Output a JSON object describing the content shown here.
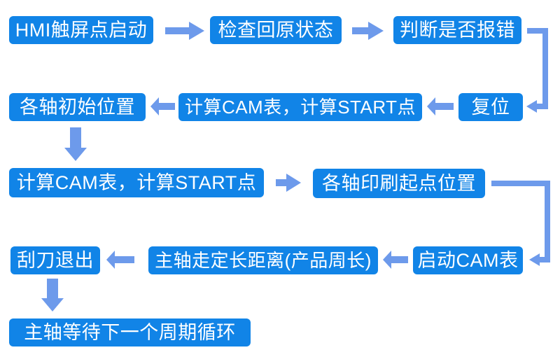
{
  "diagram_type": "flowchart",
  "colors": {
    "page_bg": "#ffffff",
    "node_fill": "#1184e7",
    "node_text": "#ffffff",
    "connector": "#6d9aeb"
  },
  "flowchart": {
    "nodes": [
      {
        "id": "hmi_start",
        "label": "HMI触屏点启动"
      },
      {
        "id": "check_home_status",
        "label": "检查回原状态"
      },
      {
        "id": "judge_error",
        "label": "判断是否报错"
      },
      {
        "id": "reset",
        "label": "复位"
      },
      {
        "id": "calc_cam_start_row2",
        "label": "计算CAM表，计算START点"
      },
      {
        "id": "axes_initial_position",
        "label": "各轴初始位置"
      },
      {
        "id": "calc_cam_start_row3",
        "label": "计算CAM表，计算START点"
      },
      {
        "id": "axes_print_start_pos",
        "label": "各轴印刷起点位置"
      },
      {
        "id": "start_cam_table",
        "label": "启动CAM表"
      },
      {
        "id": "spindle_fixed_distance",
        "label": "主轴走定长距离(产品周长)"
      },
      {
        "id": "blade_retract",
        "label": "刮刀退出"
      },
      {
        "id": "spindle_wait_next_cycle",
        "label": "主轴等待下一个周期循环"
      }
    ],
    "edges": [
      {
        "from": "hmi_start",
        "to": "check_home_status",
        "style": "block-arrow-right"
      },
      {
        "from": "check_home_status",
        "to": "judge_error",
        "style": "block-arrow-right"
      },
      {
        "from": "judge_error",
        "to": "reset",
        "style": "elbow-right-down-left"
      },
      {
        "from": "reset",
        "to": "calc_cam_start_row2",
        "style": "block-arrow-left"
      },
      {
        "from": "calc_cam_start_row2",
        "to": "axes_initial_position",
        "style": "block-arrow-left"
      },
      {
        "from": "axes_initial_position",
        "to": "calc_cam_start_row3",
        "style": "block-arrow-down"
      },
      {
        "from": "calc_cam_start_row3",
        "to": "axes_print_start_pos",
        "style": "block-arrow-right"
      },
      {
        "from": "axes_print_start_pos",
        "to": "start_cam_table",
        "style": "elbow-right-down-left"
      },
      {
        "from": "start_cam_table",
        "to": "spindle_fixed_distance",
        "style": "block-arrow-left"
      },
      {
        "from": "spindle_fixed_distance",
        "to": "blade_retract",
        "style": "block-arrow-left"
      },
      {
        "from": "blade_retract",
        "to": "spindle_wait_next_cycle",
        "style": "block-arrow-down"
      }
    ]
  }
}
